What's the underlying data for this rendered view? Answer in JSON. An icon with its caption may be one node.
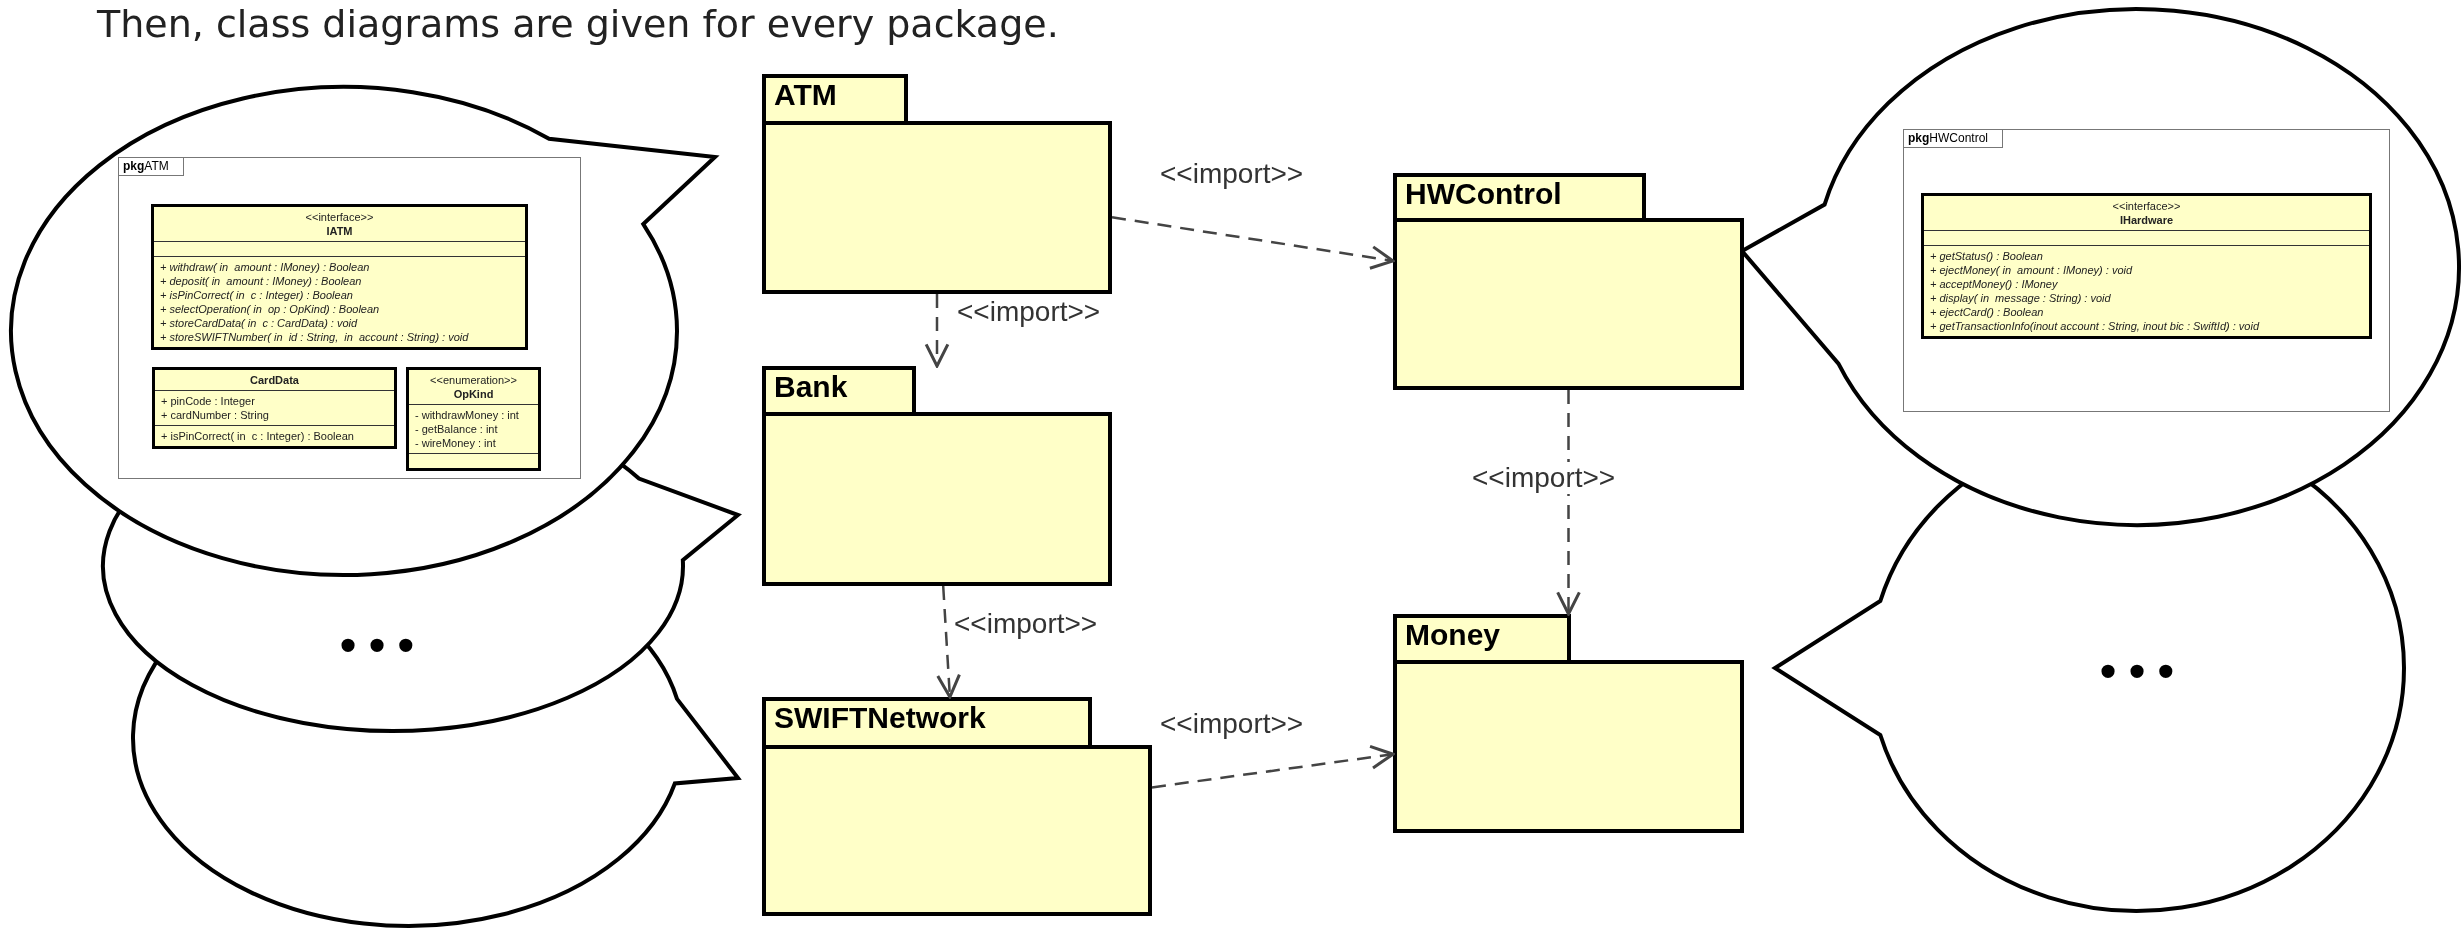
{
  "diagram": {
    "title": "Then, class diagrams are given for every package.",
    "nodes": [
      {
        "text": [],
        "shape": "bubble"
      },
      {
        "text": [
          "**pkg**ATM"
        ],
        "in": 0
      },
      {
        "text": [
          "<<interface>>",
          "IATM",
          "+ withdraw( in  amount : IMoney) : Boolean",
          "+ deposit( in  amount : IMoney) : Boolean",
          "+ isPinCorrect( in  c : Integer) : Boolean",
          "+ selectOperation( in  op : OpKind) : Boolean",
          "+ storeCardData( in  c : CardData) : void",
          "+ storeSWIFTNumber( in  id : String,  in  account : String) : void"
        ],
        "in": 1
      },
      {
        "text": [
          "CardData",
          "+ pinCode : Integer",
          "+ cardNumber : String",
          "+ isPinCorrect( in  c : Integer) : Boolean"
        ],
        "in": 1
      },
      {
        "text": [
          "<<enumeration>>",
          "OpKind",
          "- withdrawMoney : int",
          "- getBalance : int",
          "- wireMoney : int"
        ],
        "in": 1
      },
      {
        "text": [
          "• • •"
        ]
      },
      {
        "text": [],
        "shape": "bubble"
      },
      {
        "text": [
          "ATM"
        ]
      },
      {
        "text": [
          "Bank"
        ]
      },
      {
        "text": [
          "SWIFTNetwork"
        ]
      },
      {
        "text": [
          "HWControl"
        ]
      },
      {
        "text": [
          "Money"
        ]
      },
      {
        "text": [],
        "shape": "bubble"
      },
      {
        "text": [
          "**pkg**HWControl"
        ],
        "in": 12
      },
      {
        "text": [
          "<<interface>>",
          "IHardware",
          "+ getStatus() : Boolean",
          "+ ejectMoney( in  amount : IMoney) : void",
          "+ acceptMoney() : IMoney",
          "+ display( in  message : String) : void",
          "+ ejectCard() : Boolean",
          "+ getTransactionInfo(inout account : String, inout bic : SwiftId) : void"
        ],
        "in": 13
      },
      {
        "text": [
          "• • •"
        ]
      }
    ],
    "edges": [
      {
        "from": 7,
        "to": 10,
        "arrow": "to",
        "label": "<<import>>",
        "style": "dashed"
      },
      {
        "from": 7,
        "to": 8,
        "arrow": "to",
        "label": "<<import>>",
        "style": "dashed"
      },
      {
        "from": 8,
        "to": 9,
        "arrow": "to",
        "label": "<<import>>",
        "style": "dashed"
      },
      {
        "from": 10,
        "to": 11,
        "arrow": "to",
        "label": "<<import>>",
        "style": "dashed"
      },
      {
        "from": 9,
        "to": 11,
        "arrow": "to",
        "label": "<<import>>",
        "style": "dashed"
      }
    ]
  }
}
